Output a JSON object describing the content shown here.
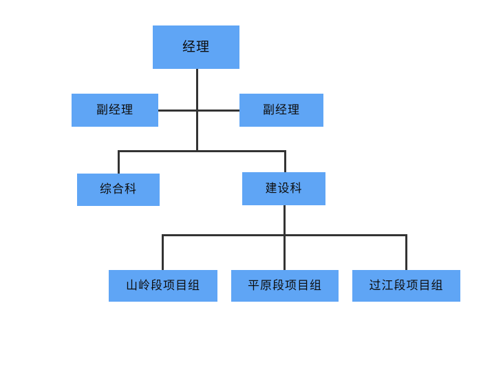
{
  "chart": {
    "type": "org-chart",
    "background_color": "#ffffff",
    "node_fill_color": "#5FA5F5",
    "connector_color": "#333333",
    "text_color": "#0d0d0d",
    "levels": [
      {
        "level": 1,
        "nodes": [
          {
            "id": "manager",
            "label": "经理"
          }
        ]
      },
      {
        "level": 2,
        "nodes": [
          {
            "id": "deputy-left",
            "label": "副经理"
          },
          {
            "id": "deputy-right",
            "label": "副经理"
          }
        ]
      },
      {
        "level": 3,
        "nodes": [
          {
            "id": "general-dept",
            "label": "综合科"
          },
          {
            "id": "construction-dept",
            "label": "建设科"
          }
        ]
      },
      {
        "level": 4,
        "nodes": [
          {
            "id": "team-mountain",
            "label": "山岭段项目组"
          },
          {
            "id": "team-plain",
            "label": "平原段项目组"
          },
          {
            "id": "team-river",
            "label": "过江段项目组"
          }
        ]
      }
    ]
  }
}
